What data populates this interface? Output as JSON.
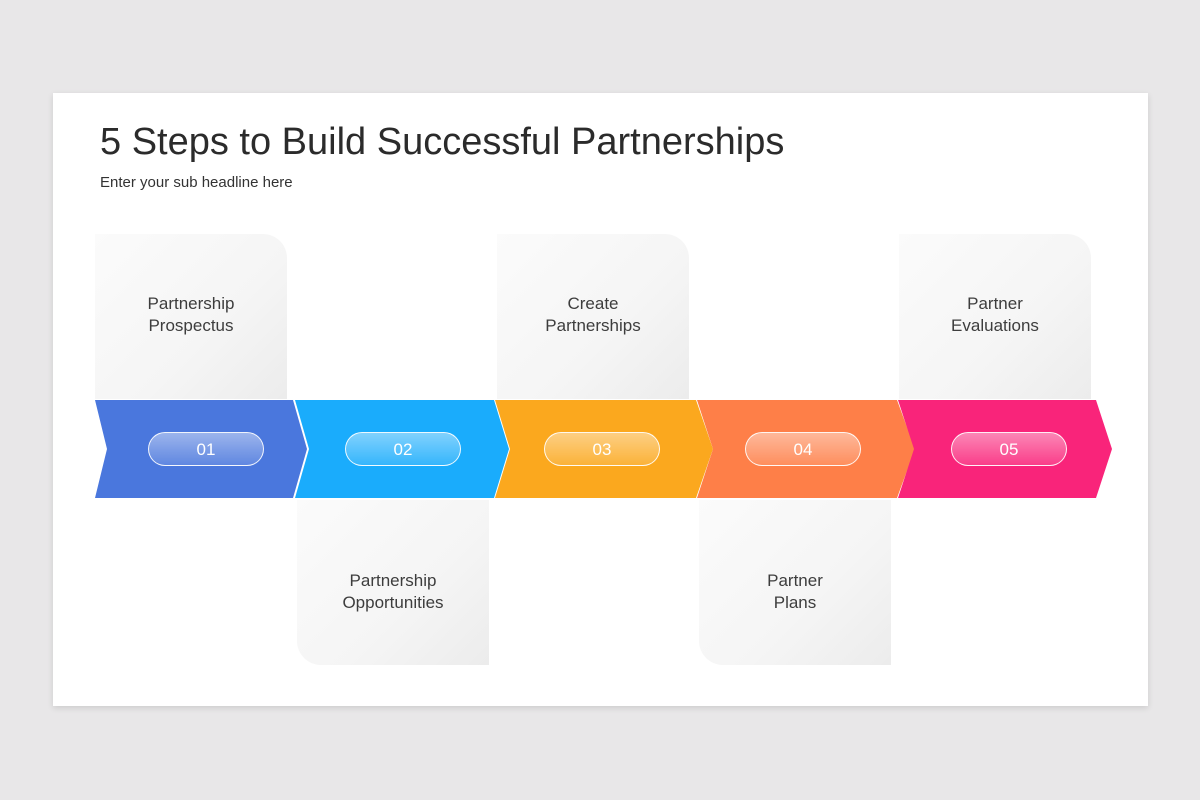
{
  "title": "5 Steps to Build Successful Partnerships",
  "subtitle": "Enter your sub headline here",
  "steps": [
    {
      "number": "01",
      "line1": "Partnership",
      "line2": "Prospectus",
      "color": "#4a77dd",
      "position": "top"
    },
    {
      "number": "02",
      "line1": "Partnership",
      "line2": "Opportunities",
      "color": "#1aacfc",
      "position": "bottom"
    },
    {
      "number": "03",
      "line1": "Create",
      "line2": "Partnerships",
      "color": "#fba81e",
      "position": "top"
    },
    {
      "number": "04",
      "line1": "Partner",
      "line2": "Plans",
      "color": "#fe7f48",
      "position": "bottom"
    },
    {
      "number": "05",
      "line1": "Partner",
      "line2": "Evaluations",
      "color": "#f9247a",
      "position": "top"
    }
  ]
}
